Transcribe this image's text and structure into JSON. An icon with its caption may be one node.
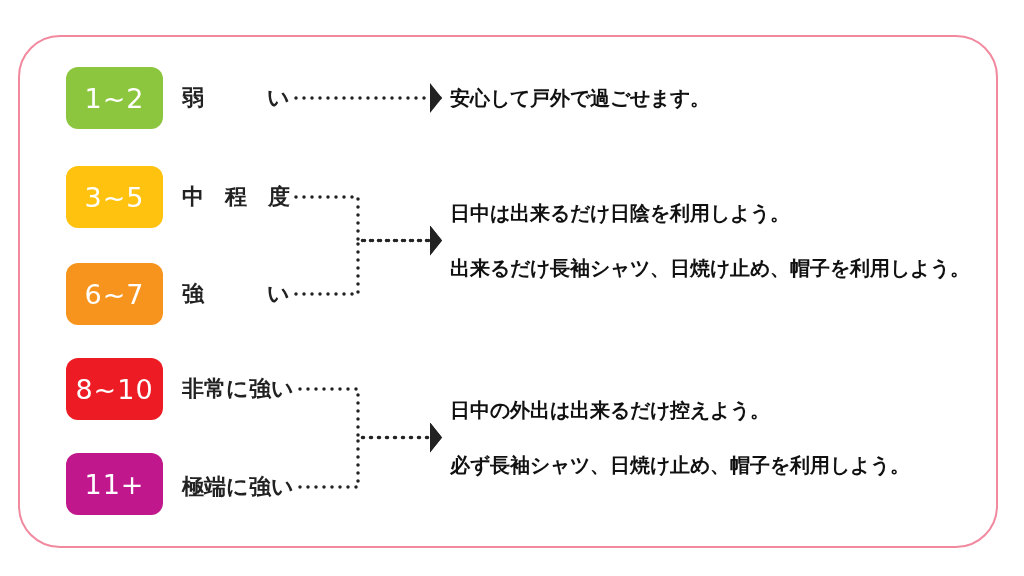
{
  "diagram": {
    "nodes": [
      {
        "text": [
          "1~2"
        ]
      },
      {
        "text": [
          "弱い"
        ]
      },
      {
        "text": [
          "安心して戸外で過ごせます。"
        ]
      },
      {
        "text": [
          "3~5"
        ]
      },
      {
        "text": [
          "中程度"
        ]
      },
      {
        "text": [
          "日中は出来るだけ日陰を利用しよう。",
          "出来るだけ長袖シャツ、日焼け止め、帽子を利用しよう。"
        ]
      },
      {
        "text": [
          "6~7"
        ]
      },
      {
        "text": [
          "強い"
        ]
      },
      {
        "text": [
          "8~10"
        ]
      },
      {
        "text": [
          "非常に強い"
        ]
      },
      {
        "text": [
          "日中の外出は出来るだけ控えよう。",
          "必ず長袖シャツ、日焼け止め、帽子を利用しよう。"
        ]
      },
      {
        "text": [
          "11+"
        ]
      },
      {
        "text": [
          "極端に強い"
        ]
      }
    ],
    "edges": [
      {
        "from": 1,
        "to": 2,
        "arrow": "to",
        "style": "dashed"
      },
      {
        "from": 4,
        "to": 5,
        "arrow": "to",
        "style": "dashed"
      },
      {
        "from": 7,
        "to": 5,
        "arrow": "to",
        "style": "dashed"
      },
      {
        "from": 9,
        "to": 10,
        "arrow": "to",
        "style": "dashed"
      },
      {
        "from": 12,
        "to": 10,
        "arrow": "to",
        "style": "dashed"
      }
    ]
  }
}
